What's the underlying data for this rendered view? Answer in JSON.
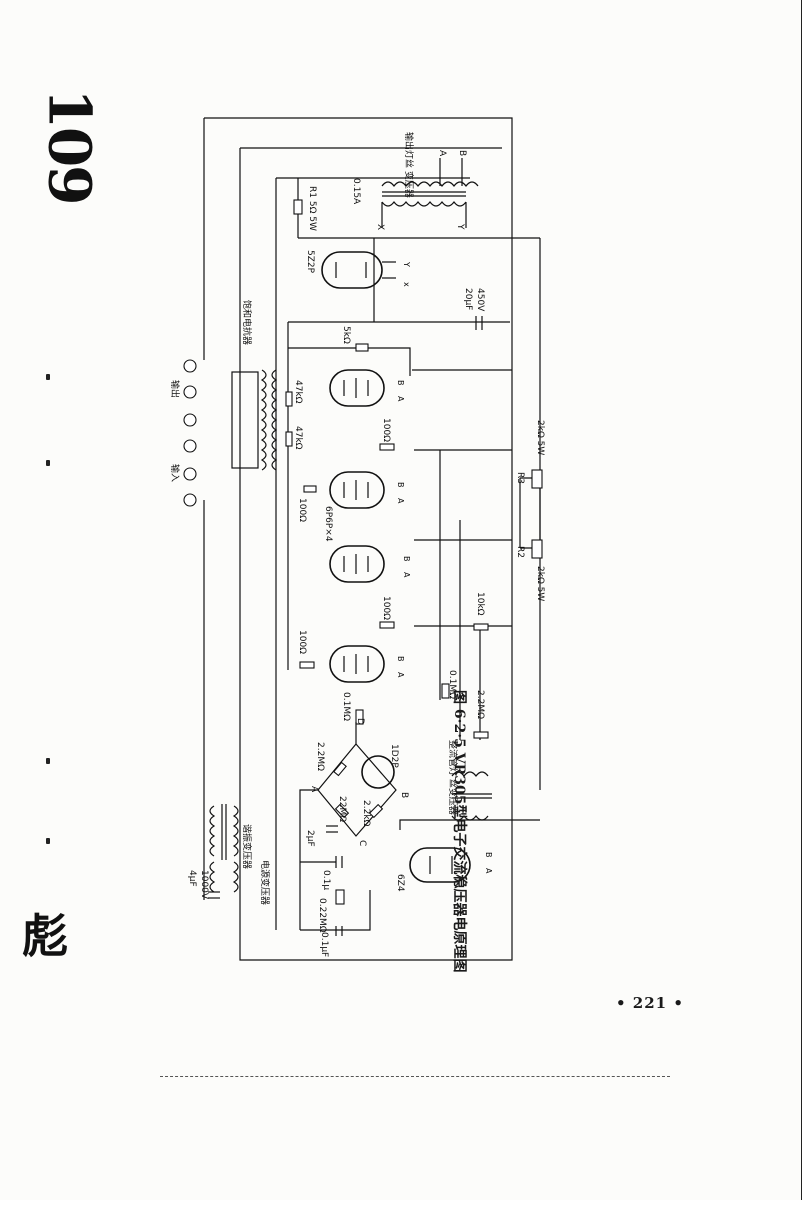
{
  "margin": {
    "top_mark": "109",
    "bottom_mark": "彪"
  },
  "page_number": "• 221 •",
  "caption": "图 6·2·5   VR305型电子交流稳压器电原理图",
  "labels": {
    "output_winding": "输出灯丝\n变压器",
    "terminal_a": "A",
    "terminal_b": "B",
    "terminal_x": "X",
    "terminal_y": "Y",
    "fuse": "0.15A",
    "r1": "R1 5Ω 5W",
    "rectifier": "5Z2P",
    "x_small": "x",
    "y_small": "Y",
    "cap_20uf": "20μF",
    "cap_450v": "450V",
    "r_5k": "5kΩ",
    "tune_winding": "饱和电抗器",
    "output": "输出",
    "input": "输入",
    "r_47k_a": "47kΩ",
    "r_47k_b": "47kΩ",
    "r_100_a": "100Ω",
    "r_100_b": "100Ω",
    "r_100_c": "100Ω",
    "r_100_d": "100Ω",
    "tube_6p6p": "6P6P×4",
    "r3": "R3",
    "r3_val": "2kΩ 5W",
    "r2": "R2",
    "r2_val": "2kΩ 5W",
    "r_10k": "10kΩ",
    "r_01m_a": "0.1MΩ",
    "r_01m_b": "0.1MΩ",
    "r_22m_a": "2.2MΩ",
    "r_22m_b": "2.2MΩ",
    "r_22m_c": "22MΩ",
    "r_22k": "2.2kΩ",
    "tube_1d2p": "1D2P",
    "node_a": "A",
    "node_b": "B",
    "node_c": "C",
    "node_d": "D",
    "cap_2uf": "2μF",
    "cap_01u": "0.1μ",
    "tube_6z4": "6Z4",
    "cap_4uf": "4μF",
    "cap_1000v": "1000V",
    "transformer_1": "谐振变压器",
    "transformer_2": "电源变压器",
    "filament_tx": "整流管灯\n丝变压器",
    "r_022m": "0.22MΩ",
    "cap_01uf_b": "0.1μF"
  }
}
